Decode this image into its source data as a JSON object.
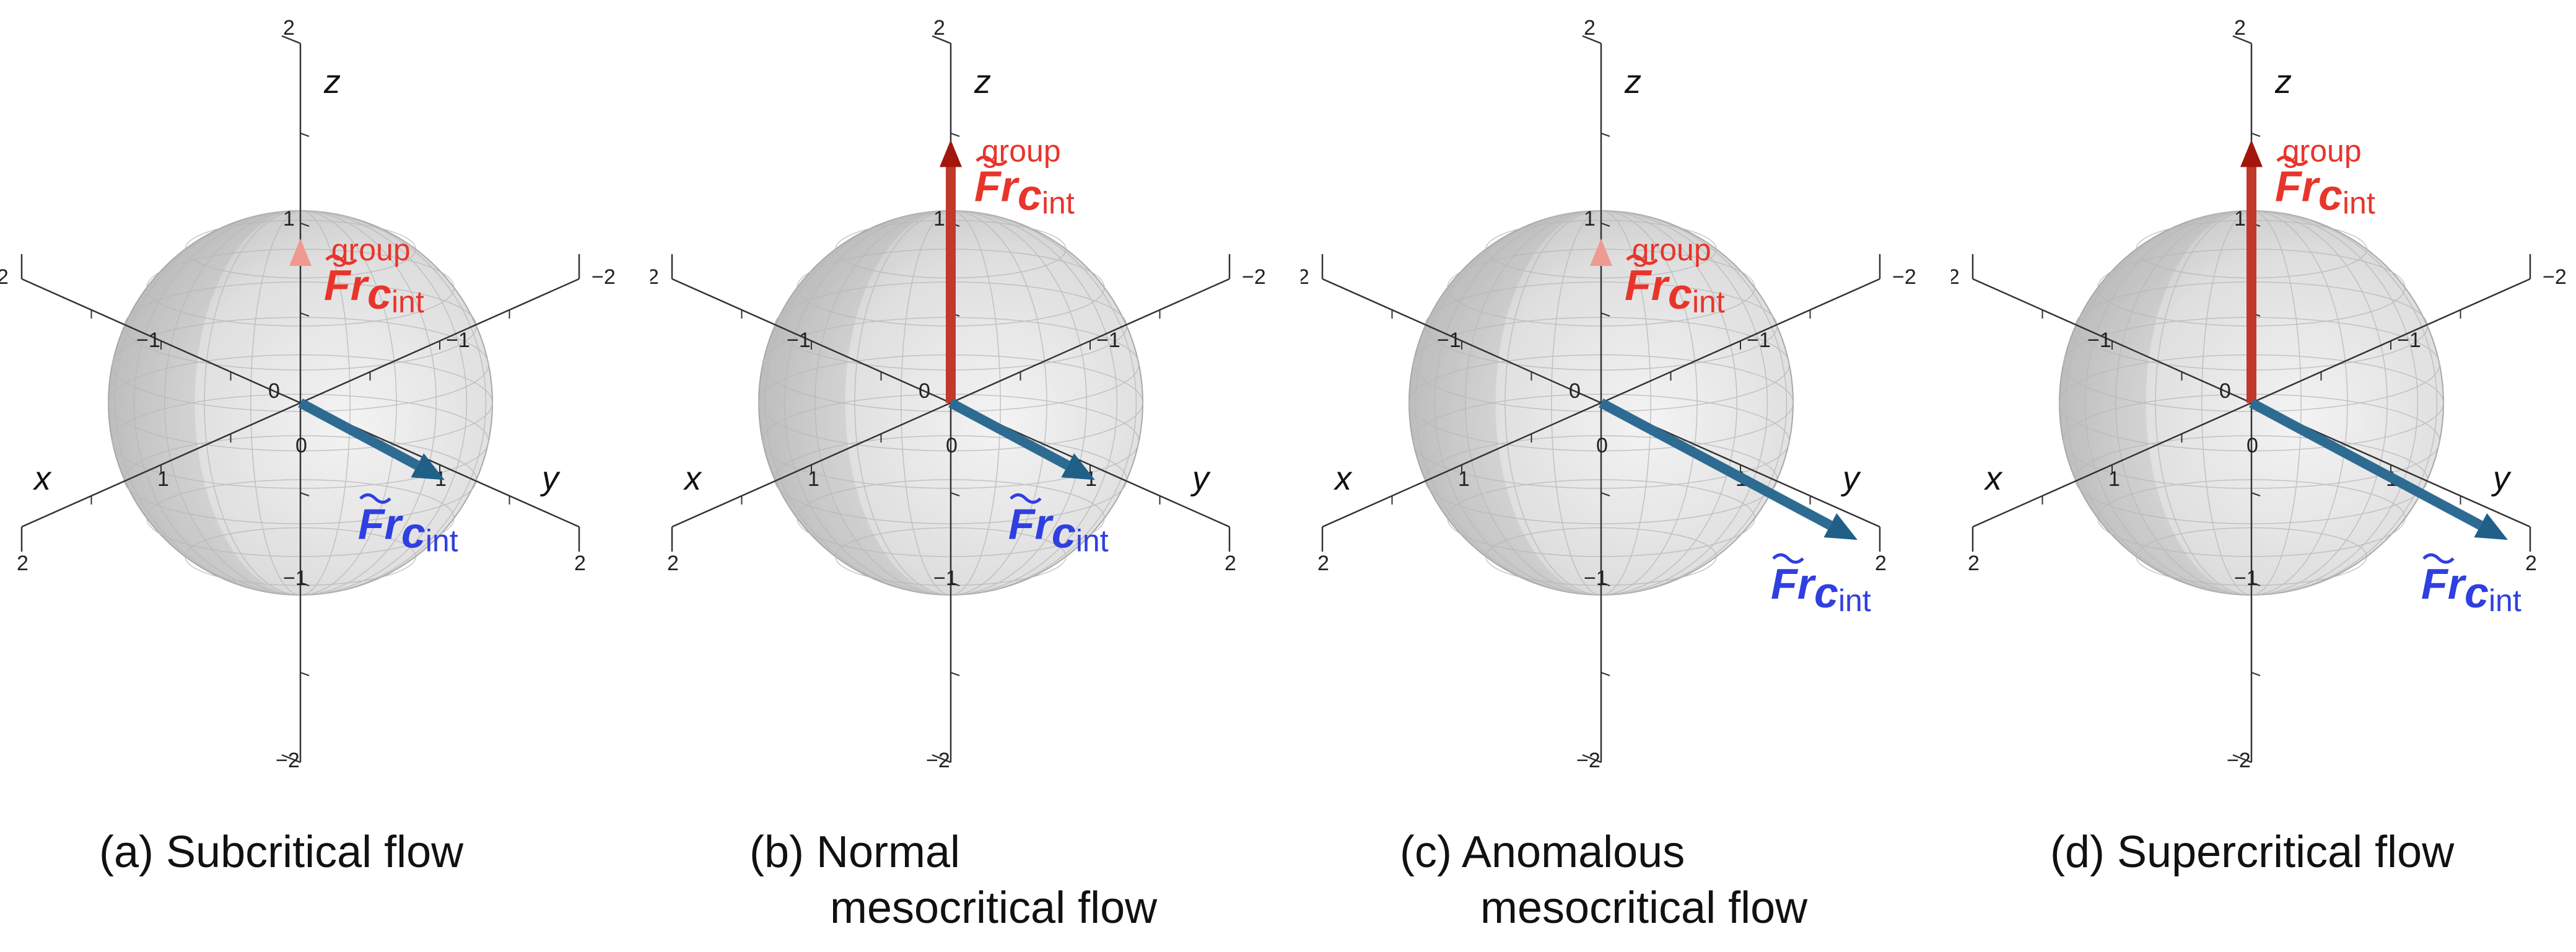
{
  "panels": [
    {
      "id": "a",
      "caption_line1": "(a) Subcritical flow",
      "caption_line2": "",
      "red_value": 0.9,
      "red_style": "faded",
      "blue_value": 0.9
    },
    {
      "id": "b",
      "caption_line1": "(b) Normal",
      "caption_line2": "mesocritical flow",
      "red_value": 1.45,
      "red_style": "solid",
      "blue_value": 0.9
    },
    {
      "id": "c",
      "caption_line1": "(c) Anomalous",
      "caption_line2": "mesocritical flow",
      "red_value": 0.9,
      "red_style": "faded",
      "blue_value": 1.6
    },
    {
      "id": "d",
      "caption_line1": "(d) Supercritical flow",
      "caption_line2": "",
      "red_value": 1.45,
      "red_style": "solid",
      "blue_value": 1.6
    }
  ],
  "axes": {
    "x_label": "x",
    "y_label": "y",
    "z_label": "z",
    "range": [
      -2,
      2
    ],
    "tick_labels": {
      "neg2": "−2",
      "neg1": "−1",
      "zero": "0",
      "pos1": "1",
      "pos2": "2"
    }
  },
  "labels": {
    "red_main": "Fr",
    "red_sub": "c",
    "red_sub2": "int",
    "red_sup": "group",
    "blue_main": "Fr",
    "blue_sub": "c",
    "blue_sub2": "int"
  },
  "colors": {
    "red_vector": "#c0392b",
    "red_text": "#e8352b",
    "blue_vector": "#2e6b93",
    "blue_text": "#2f3fe0",
    "sphere": "#d6d6d6",
    "axes": "#333333"
  }
}
